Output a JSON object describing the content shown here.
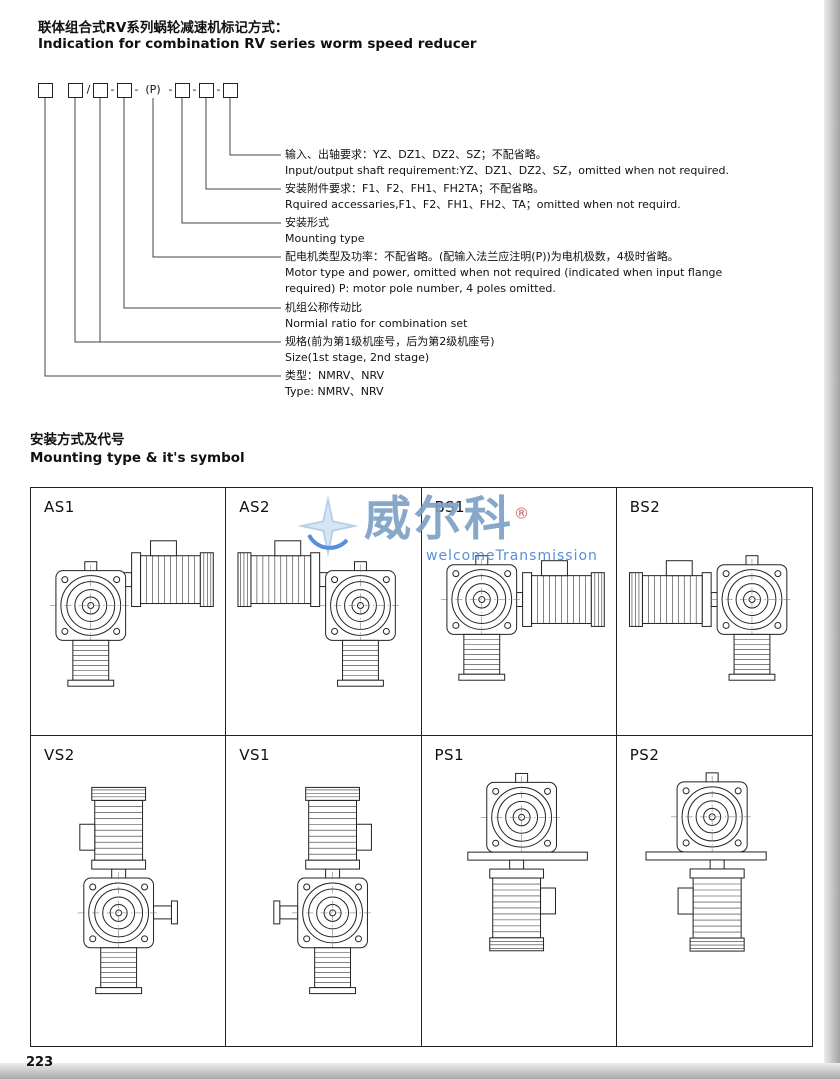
{
  "page": {
    "number": "223"
  },
  "header": {
    "title_cn": "联体组合式RV系列蜗轮减速机标记方式：",
    "title_en": "Indication for combination RV series worm speed reducer"
  },
  "code": {
    "slash": "/",
    "dash": "-",
    "p_label": "(P)"
  },
  "designation_labels": [
    {
      "cn": "输入、出轴要求：YZ、DZ1、DZ2、SZ；不配省略。",
      "en": "Input/output shaft requirement:YZ、DZ1、DZ2、SZ，omitted when not required."
    },
    {
      "cn": "安装附件要求：F1、F2、FH1、FH2TA；不配省略。",
      "en": "Rquired accessaries,F1、F2、FH1、FH2、TA；omitted when not requird."
    },
    {
      "cn": "安装形式",
      "en": "Mounting type"
    },
    {
      "cn": "配电机类型及功率：不配省略。(配输入法兰应注明(P))为电机极数，4极时省略。",
      "en": "Motor type and power, omitted when not required (indicated when input flange",
      "en2": "required) P: motor pole number, 4 poles omitted."
    },
    {
      "cn": "机组公称传动比",
      "en": "Normial ratio for combination set"
    },
    {
      "cn": "规格(前为第1级机座号，后为第2级机座号)",
      "en": "Size(1st stage, 2nd stage)"
    },
    {
      "cn": "类型：NMRV、NRV",
      "en": "Type: NMRV、NRV"
    }
  ],
  "section2": {
    "title_cn": "安装方式及代号",
    "title_en": "Mounting type & it's symbol"
  },
  "mounting": {
    "cells": [
      {
        "label": "AS1"
      },
      {
        "label": "AS2"
      },
      {
        "label": "BS1"
      },
      {
        "label": "BS2"
      },
      {
        "label": "VS2"
      },
      {
        "label": "VS1"
      },
      {
        "label": "PS1"
      },
      {
        "label": "PS2"
      }
    ]
  },
  "watermark": {
    "brand": "威尔科",
    "reg_mark": "®",
    "subtitle": "welcomeTransmission",
    "brand_color": "#7da0c7",
    "reg_color": "#b85c50",
    "subtitle_color": "#4a86d8",
    "star_color": "#aecde8"
  }
}
